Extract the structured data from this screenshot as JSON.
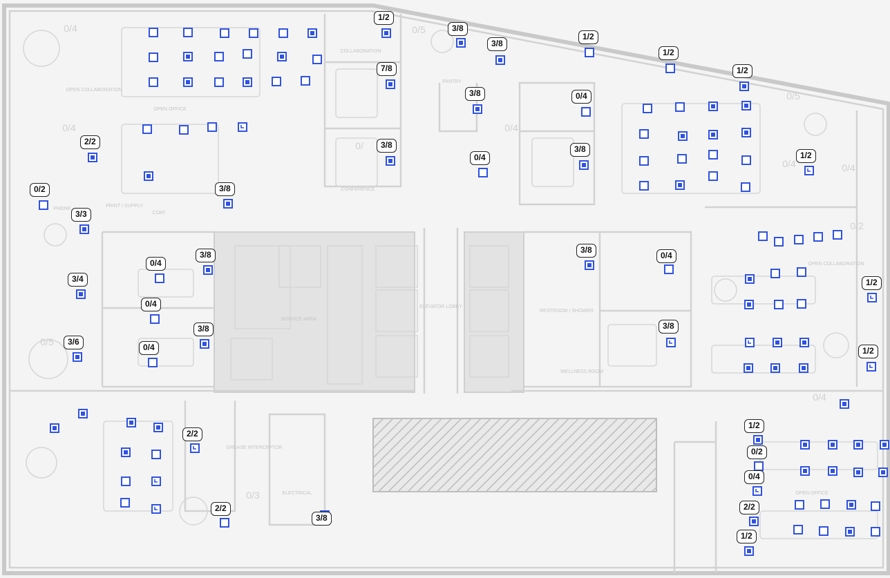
{
  "map": {
    "title": "",
    "badges": [
      {
        "label": "1/2"
      },
      {
        "label": "3/8"
      },
      {
        "label": "3/8"
      },
      {
        "label": "1/2"
      },
      {
        "label": "1/2"
      },
      {
        "label": "7/8"
      },
      {
        "label": "1/2"
      },
      {
        "label": "3/8"
      },
      {
        "label": "0/4"
      },
      {
        "label": "2/2"
      },
      {
        "label": "3/8"
      },
      {
        "label": "0/4"
      },
      {
        "label": "3/8"
      },
      {
        "label": "1/2"
      },
      {
        "label": "0/2"
      },
      {
        "label": "3/8"
      },
      {
        "label": "3/3"
      },
      {
        "label": "0/4"
      },
      {
        "label": "3/8"
      },
      {
        "label": "3/8"
      },
      {
        "label": "0/4"
      },
      {
        "label": "3/4"
      },
      {
        "label": "1/2"
      },
      {
        "label": "0/4"
      },
      {
        "label": "3/8"
      },
      {
        "label": "3/8"
      },
      {
        "label": "3/6"
      },
      {
        "label": "0/4"
      },
      {
        "label": "1/2"
      },
      {
        "label": "2/2"
      },
      {
        "label": "1/2"
      },
      {
        "label": "0/2"
      },
      {
        "label": "0/4"
      },
      {
        "label": "2/2"
      },
      {
        "label": "3/8"
      },
      {
        "label": "2/2"
      },
      {
        "label": "1/2"
      }
    ],
    "desk_status": {
      "available_count": 49,
      "occupied_count": 51,
      "reserved_count": 13
    },
    "room_labels": [
      {
        "text": "OPEN COLLABORATION"
      },
      {
        "text": "OPEN OFFICE"
      },
      {
        "text": "COLLABORATION"
      },
      {
        "text": "PANTRY"
      },
      {
        "text": "CONFERENCE"
      },
      {
        "text": "PRINT / SUPPLY"
      },
      {
        "text": "COAT"
      },
      {
        "text": "PHONE"
      },
      {
        "text": "SERVICE AREA"
      },
      {
        "text": "ELEVATOR LOBBY"
      },
      {
        "text": "RESTROOM / SHOWER"
      },
      {
        "text": "WELLNESS ROOM"
      },
      {
        "text": "GREASE INTERCEPTOR"
      },
      {
        "text": "ELECTRICAL"
      },
      {
        "text": "OPEN OFFICE"
      },
      {
        "text": "OPEN COLLABORATION"
      }
    ],
    "colors": {
      "marker": "#2f52e0",
      "badge_border": "#222222",
      "plan_lines": "#cfcfcf"
    }
  }
}
